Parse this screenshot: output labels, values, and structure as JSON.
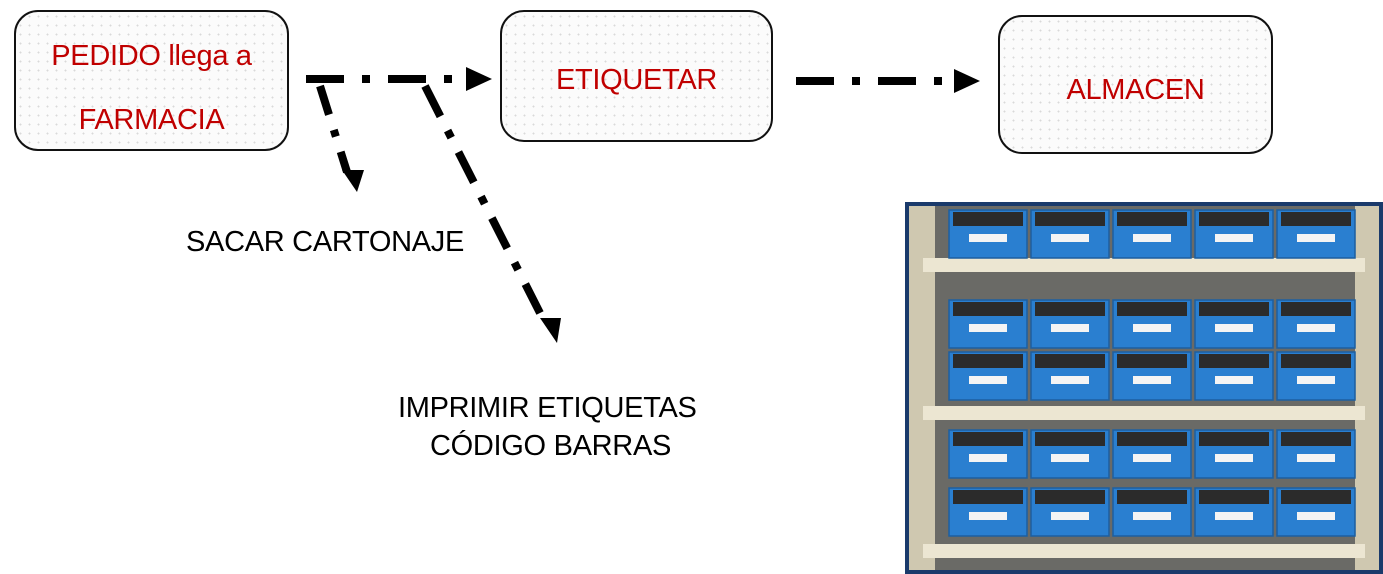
{
  "diagram": {
    "nodes": {
      "pedido": {
        "line1": "PEDIDO llega a",
        "line2": "FARMACIA"
      },
      "etiquetar": {
        "label": "ETIQUETAR"
      },
      "almacen": {
        "label": "ALMACEN"
      }
    },
    "side_labels": {
      "sacar": "SACAR CARTONAJE",
      "imprimir_line1": "IMPRIMIR ETIQUETAS",
      "imprimir_line2": "CÓDIGO BARRAS"
    },
    "colors": {
      "node_text": "#c00000",
      "photo_frame": "#1a3a6b",
      "bin_color": "#2a7fd0"
    }
  },
  "photo": {
    "subject": "shelving-with-blue-storage-bins",
    "shelf_rows": 5,
    "bins_per_row": 5
  }
}
